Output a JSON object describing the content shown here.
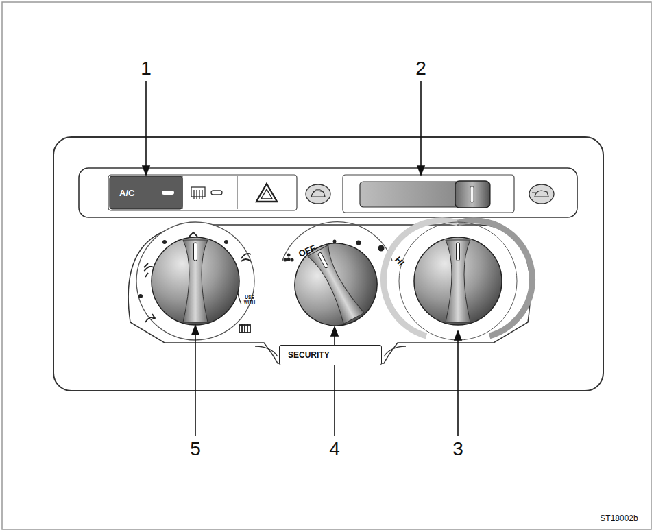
{
  "diagram": {
    "nodes": [
      {
        "text": [
          "A/C"
        ]
      },
      {
        "text": [
          "SECURITY"
        ]
      }
    ],
    "labels": [
      "1",
      "2",
      "3",
      "4",
      "5",
      "OFF",
      "HI",
      "USE WITH",
      "ST18002b"
    ]
  }
}
